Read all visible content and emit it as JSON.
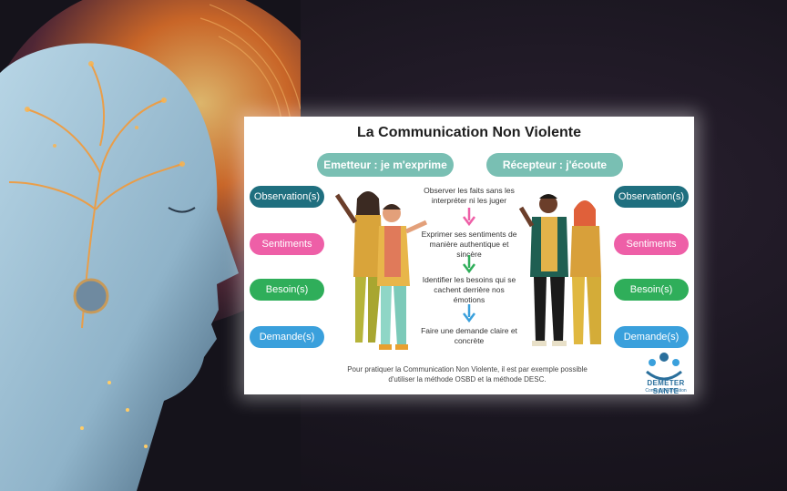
{
  "title": "La Communication Non Violente",
  "headers": {
    "left": "Emetteur : je m'exprime",
    "right": "Récepteur : j'écoute"
  },
  "left_pills": [
    "Observation(s)",
    "Sentiments",
    "Besoin(s)",
    "Demande(s)"
  ],
  "right_pills": [
    "Observation(s)",
    "Sentiments",
    "Besoin(s)",
    "Demande(s)"
  ],
  "steps": [
    "Observer les faits sans les interpréter ni les juger",
    "Exprimer ses sentiments de manière authentique et sincère",
    "Identifier les besoins qui se cachent derrière nos émotions",
    "Faire une demande claire et concrète"
  ],
  "footer": "Pour pratiquer la Communication Non Violente, il est par exemple possible d'utiliser la méthode OSBD et la méthode DESC.",
  "logo": {
    "name": "DEMETER SANTE",
    "tagline": "Conseil & Formation"
  },
  "colors": {
    "header": "#79bfb3",
    "observation": "#1f6f7f",
    "sentiments": "#ee5fa7",
    "besoins": "#2fae5a",
    "demande": "#3aa0dc"
  },
  "icons": [
    "head-profile-artwork",
    "arrow-down-icon",
    "people-illustration",
    "logo-icon"
  ]
}
